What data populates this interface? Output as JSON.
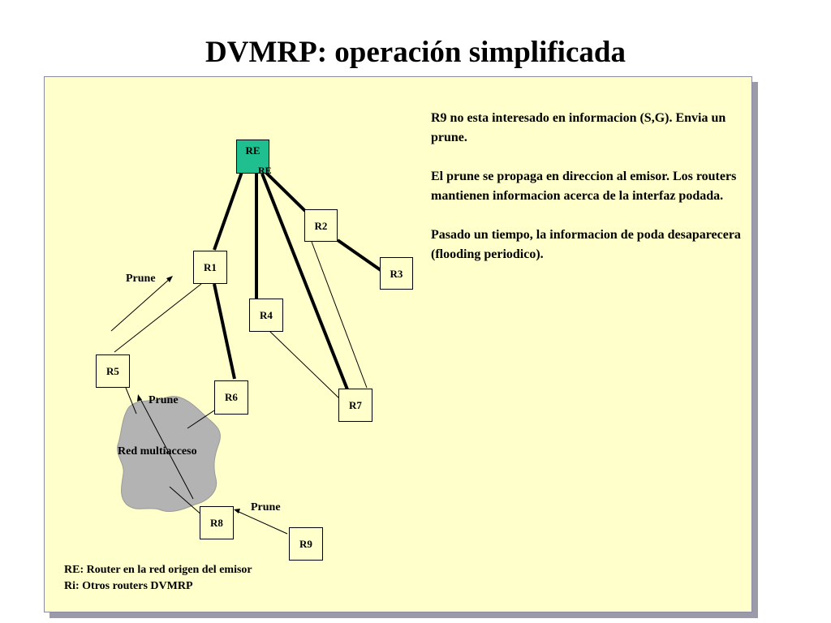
{
  "slide": {
    "title": "DVMRP: operación simplificada"
  },
  "diagram": {
    "nodes": {
      "re": "RE",
      "r1": "R1",
      "r2": "R2",
      "r3": "R3",
      "r4": "R4",
      "r5": "R5",
      "r6": "R6",
      "r7": "R7",
      "r8": "R8",
      "r9": "R9"
    },
    "overlap_label": "RE",
    "network_label": "Red multiacceso",
    "prune_labels": [
      "Prune",
      "Prune",
      "Prune"
    ]
  },
  "notes": {
    "paragraphs": [
      "R9 no esta interesado en informacion (S,G). Envia un prune.",
      "El prune se propaga en direccion al emisor. Los routers mantienen informacion acerca de la interfaz podada.",
      "Pasado un tiempo, la informacion de poda desaparecera (flooding periodico)."
    ]
  },
  "legend": {
    "line1": "RE: Router en la red origen del emisor",
    "line2": "Ri: Otros routers DVMRP"
  },
  "colors": {
    "panel": "#ffffcc",
    "source_router": "#1fbf8f",
    "network_cloud": "#b3b3b3"
  }
}
